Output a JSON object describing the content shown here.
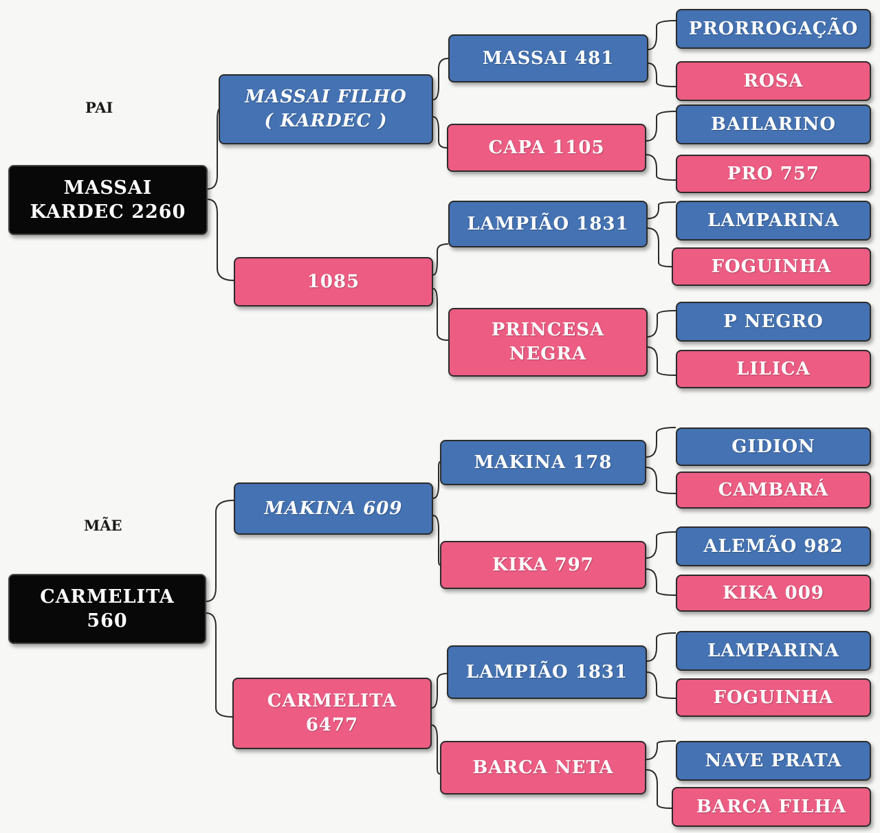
{
  "labels": {
    "sire": "PAI",
    "dam": "MÃE"
  },
  "sire": {
    "name_line1": "MASSAI",
    "name_line2": "KARDEC 2260",
    "father": {
      "line1": "MASSAI FILHO",
      "line2": "( KARDEC )",
      "father": {
        "name": "MASSAI 481",
        "father": "PRORROGAÇÃO",
        "mother": "ROSA"
      },
      "mother": {
        "name": "CAPA 1105",
        "father": "BAILARINO",
        "mother": "PRO 757"
      }
    },
    "mother": {
      "name": "1085",
      "father": {
        "name": "LAMPIÃO 1831",
        "father": "LAMPARINA",
        "mother": "FOGUINHA"
      },
      "mother": {
        "line1": "PRINCESA",
        "line2": "NEGRA",
        "father": "P NEGRO",
        "mother": "LILICA"
      }
    }
  },
  "dam": {
    "name_line1": "CARMELITA",
    "name_line2": "560",
    "father": {
      "name": "MAKINA 609",
      "father": {
        "name": "MAKINA 178",
        "father": "GIDION",
        "mother": "CAMBARÁ"
      },
      "mother": {
        "name": "KIKA 797",
        "father": "ALEMÃO 982",
        "mother": "KIKA 009"
      }
    },
    "mother": {
      "line1": "CARMELITA",
      "line2": "6477",
      "father": {
        "name": "LAMPIÃO 1831",
        "father": "LAMPARINA",
        "mother": "FOGUINHA"
      },
      "mother": {
        "name": "BARCA NETA",
        "father": "NAVE PRATA",
        "mother": "BARCA FILHA"
      }
    }
  },
  "colors": {
    "male": "#4472b2",
    "female": "#ec5c83",
    "root": "#080808",
    "connector": "#2b2b2b"
  }
}
